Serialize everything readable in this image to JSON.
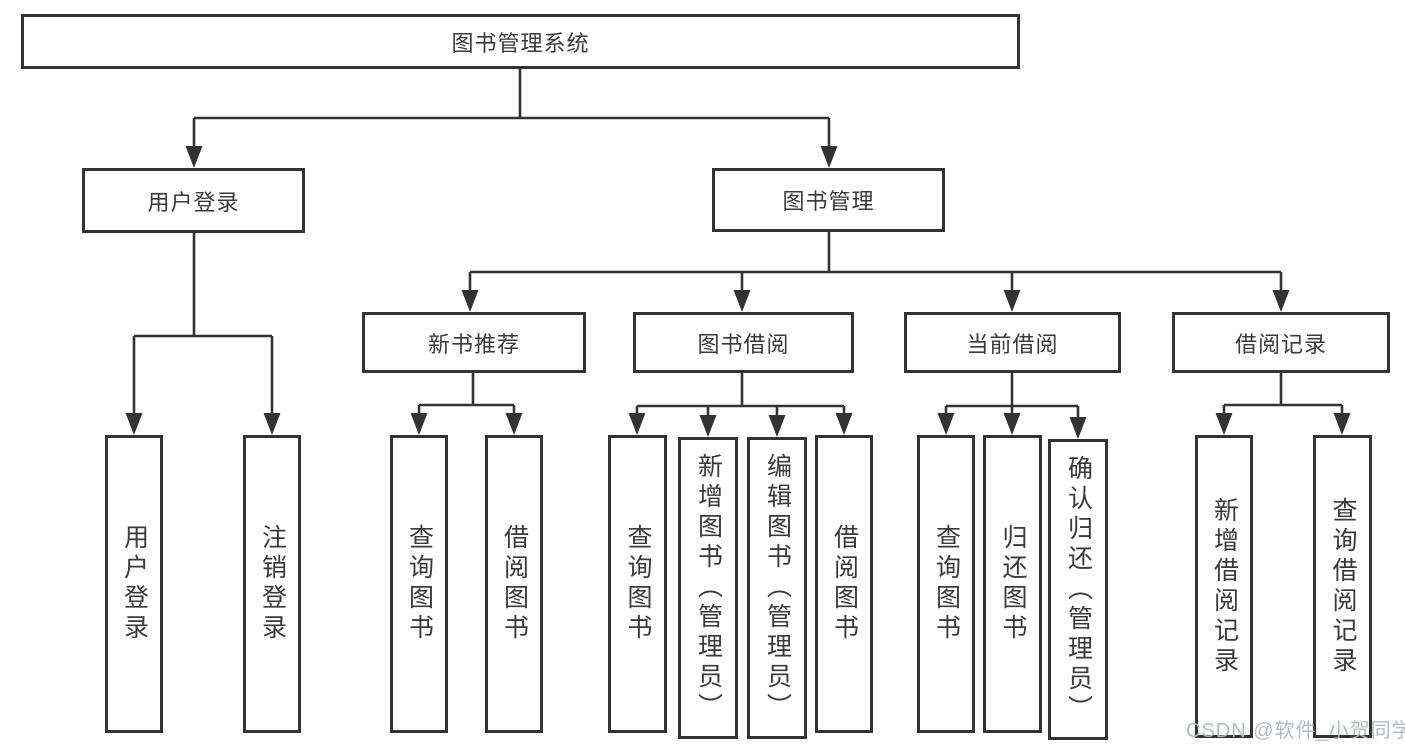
{
  "tree": {
    "root": {
      "label": "图书管理系统",
      "children": [
        {
          "label": "用户登录",
          "children": [
            {
              "label": "用户登录"
            },
            {
              "label": "注销登录"
            }
          ]
        },
        {
          "label": "图书管理",
          "children": [
            {
              "label": "新书推荐",
              "children": [
                {
                  "label": "查询图书"
                },
                {
                  "label": "借阅图书"
                }
              ]
            },
            {
              "label": "图书借阅",
              "children": [
                {
                  "label": "查询图书"
                },
                {
                  "label": "新增图书（管理员）"
                },
                {
                  "label": "编辑图书（管理员）"
                },
                {
                  "label": "借阅图书"
                }
              ]
            },
            {
              "label": "当前借阅",
              "children": [
                {
                  "label": "查询图书"
                },
                {
                  "label": "归还图书"
                },
                {
                  "label": "确认归还（管理员）"
                }
              ]
            },
            {
              "label": "借阅记录",
              "children": [
                {
                  "label": "新增借阅记录"
                },
                {
                  "label": "查询借阅记录"
                }
              ]
            }
          ]
        }
      ]
    }
  },
  "watermark": {
    "text": "CSDN @软件_小贺同学",
    "color": "#b4bac1"
  },
  "colors": {
    "line": "#333333",
    "box_border": "#333333",
    "text": "#3a3a3a",
    "background": "#ffffff"
  }
}
